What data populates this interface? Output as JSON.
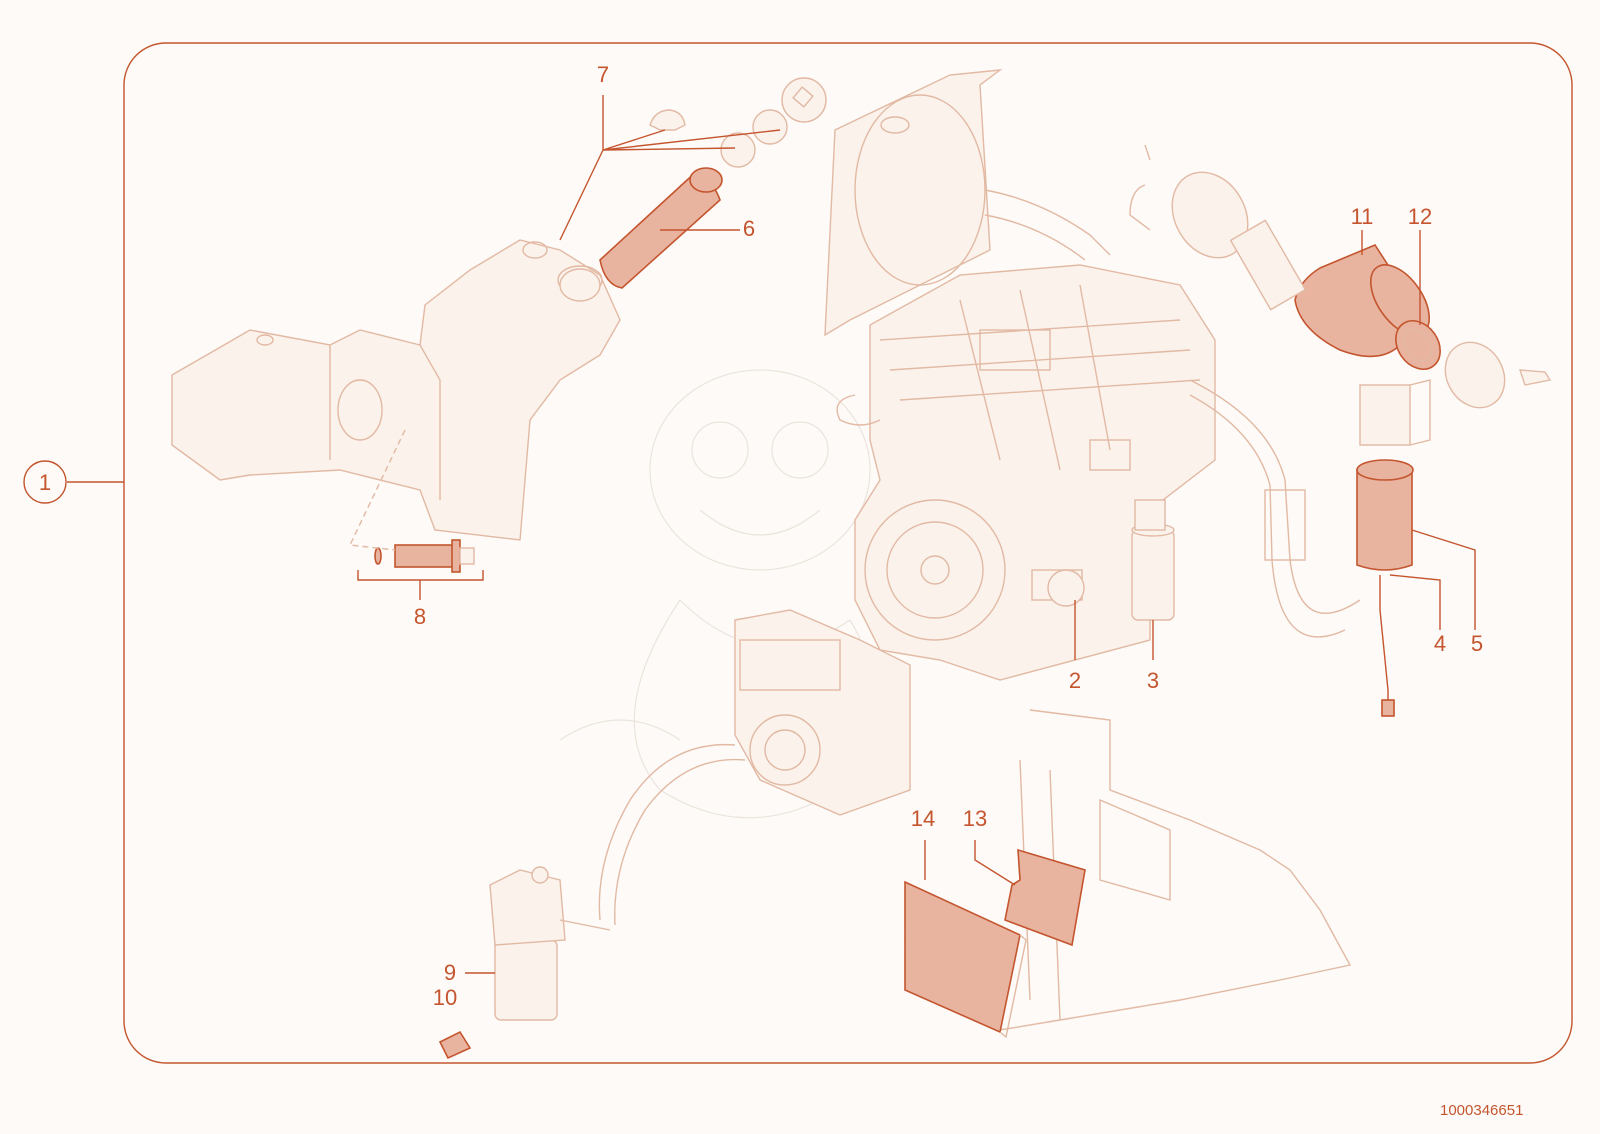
{
  "diagram": {
    "type": "exploded parts illustration — filter kit",
    "document_number": "1000346651",
    "callouts": [
      {
        "id": "c1",
        "label": "1"
      },
      {
        "id": "c2",
        "label": "2"
      },
      {
        "id": "c3",
        "label": "3"
      },
      {
        "id": "c4",
        "label": "4"
      },
      {
        "id": "c5",
        "label": "5"
      },
      {
        "id": "c6",
        "label": "6"
      },
      {
        "id": "c7",
        "label": "7"
      },
      {
        "id": "c8",
        "label": "8"
      },
      {
        "id": "c9",
        "label": "9"
      },
      {
        "id": "c10",
        "label": "10"
      },
      {
        "id": "c11",
        "label": "11"
      },
      {
        "id": "c12",
        "label": "12"
      },
      {
        "id": "c13",
        "label": "13"
      },
      {
        "id": "c14",
        "label": "14"
      }
    ],
    "colors": {
      "accent": "#c4552e",
      "ghost_line": "#e2b9a3",
      "highlight_fill": "#e8b4a0",
      "background": "#fdfaf7"
    }
  }
}
